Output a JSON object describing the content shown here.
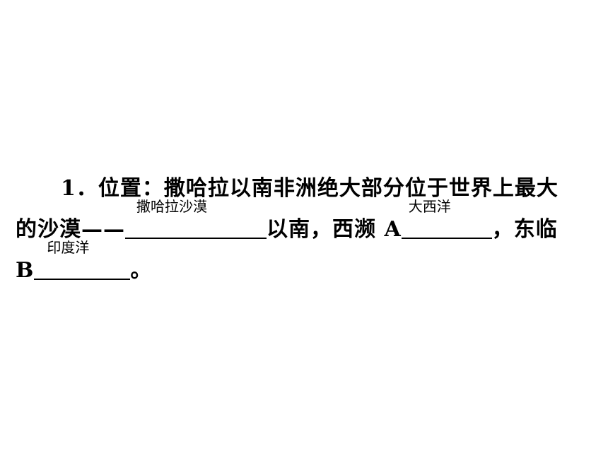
{
  "question": {
    "number": "1．",
    "line1_text": "位置：撒哈拉以南非洲绝大部分位于世界上最大",
    "line2_prefix": "的沙漠——",
    "answer1": "撒哈拉沙漠",
    "line2_middle": "以南，西濒 A",
    "answer2": "大西洋",
    "line2_suffix": "，东临",
    "line3_prefix": "B",
    "answer3": "印度洋",
    "line3_suffix": "。"
  }
}
